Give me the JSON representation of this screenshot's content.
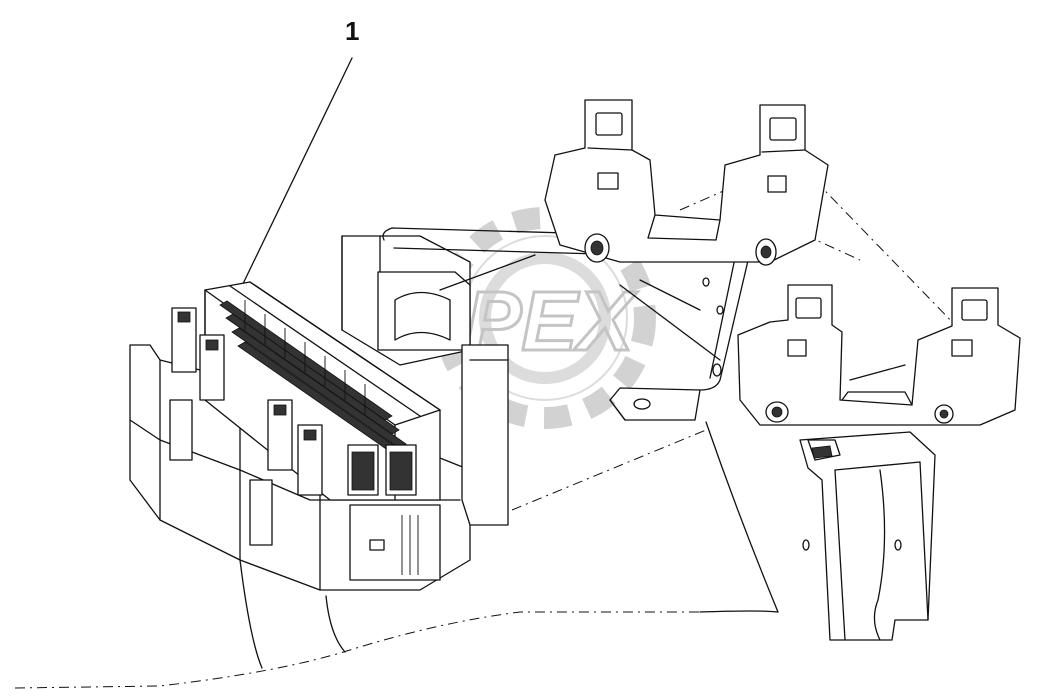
{
  "diagram": {
    "callouts": [
      {
        "id": "1",
        "label": "1"
      }
    ],
    "watermark": {
      "text": "OPEX",
      "color": "#c4c4c4"
    },
    "line_color": "#111111",
    "background": "#ffffff"
  }
}
